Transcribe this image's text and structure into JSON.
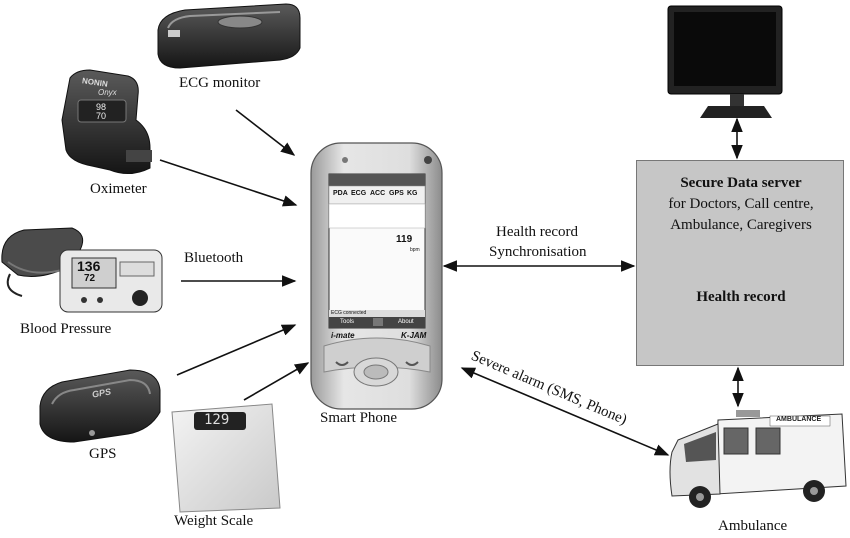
{
  "devices": {
    "ecg_monitor": "ECG monitor",
    "oximeter": "Oximeter",
    "blood_pressure": "Blood Pressure",
    "gps": "GPS",
    "weight_scale": "Weight Scale",
    "smart_phone": "Smart Phone",
    "ambulance": "Ambulance"
  },
  "device_text": {
    "oximeter_brand": "NONIN",
    "oximeter_model": "Onyx",
    "oximeter_reading_1": "98",
    "oximeter_reading_2": "70",
    "bp_reading_1": "136",
    "bp_reading_2": "72",
    "gps_text": "GPS",
    "scale_reading": "129",
    "ambulance_text": "AMBULANCE"
  },
  "links": {
    "bluetooth": "Bluetooth",
    "sync_line1": "Health record",
    "sync_line2": "Synchronisation",
    "alarm": "Severe alarm (SMS, Phone)"
  },
  "server": {
    "title": "Secure Data server",
    "line1": "for Doctors, Call centre,",
    "line2": "Ambulance, Caregivers",
    "health_record": "Health record"
  },
  "phone": {
    "tabs": [
      "PDA",
      "ECG",
      "ACC",
      "GPS",
      "KG"
    ],
    "reading": "119",
    "unit": "bpm",
    "status": "ECG connected",
    "softkey_left": "Tools",
    "softkey_right": "About",
    "brand": "i-mate",
    "model": "K-JAM"
  }
}
